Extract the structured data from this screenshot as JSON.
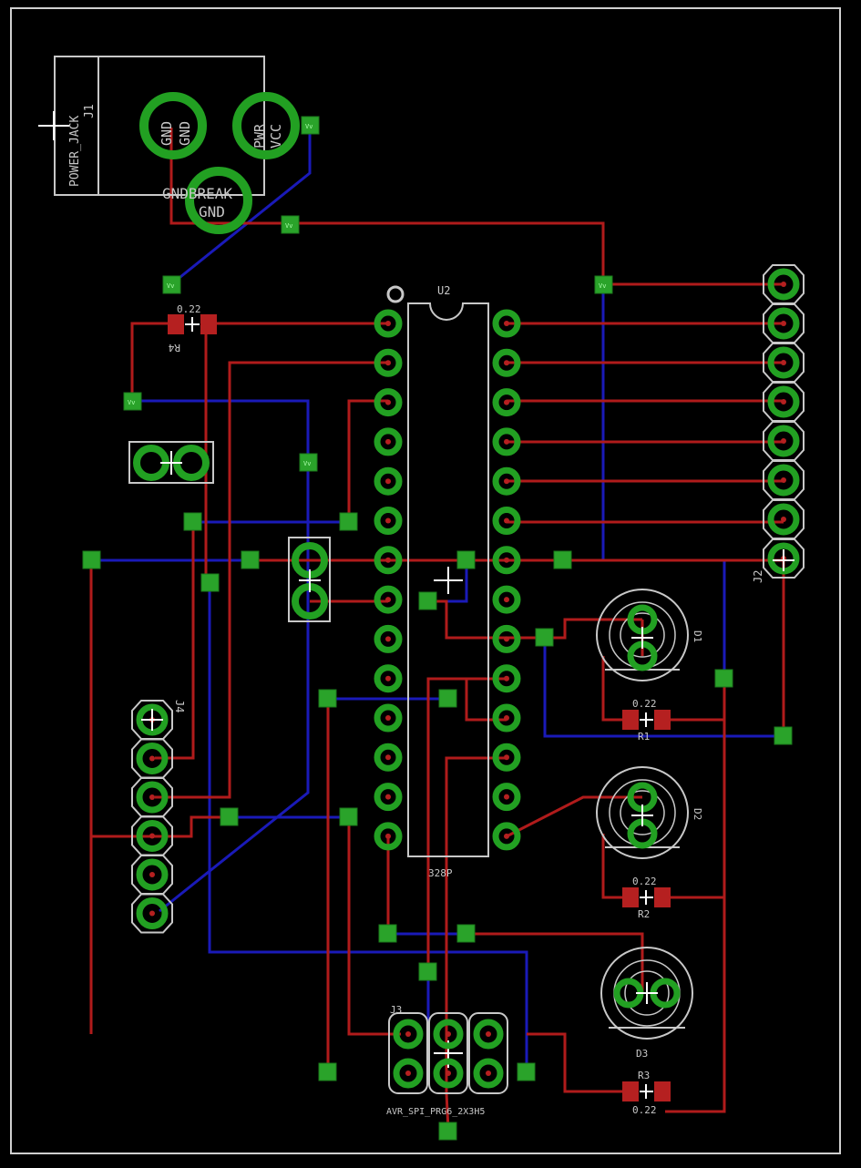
{
  "labels": {
    "power_jack": "POWER_JACK",
    "j1": "J1",
    "gnd_pad1": "GND",
    "gnd_pad1b": "GND",
    "pwr_pad": "PWR",
    "vcc_pad": "VCC",
    "gndbreak": "GNDBREAK",
    "gnd_pad2": "GND",
    "r4_value": "0.22",
    "r4": "R4",
    "u2": "U2",
    "chip_bottom": "328P",
    "j2": "J2",
    "j4": "J4",
    "d1": "D1",
    "d2": "D2",
    "d3": "D3",
    "r1_value": "0.22",
    "r1": "R1",
    "r2_value": "0.22",
    "r2": "R2",
    "r3_value": "0.22",
    "r3": "R3",
    "j3": "J3",
    "avr_spi": "AVR_SPI_PRG6_2X3H5"
  },
  "colors": {
    "background": "#000000",
    "top_trace": "#b01b1b",
    "bottom_trace": "#1a1ab8",
    "pad": "#22a022",
    "silk": "#c8c8c8",
    "via": "#2aa32a",
    "smd": "#b52020"
  }
}
